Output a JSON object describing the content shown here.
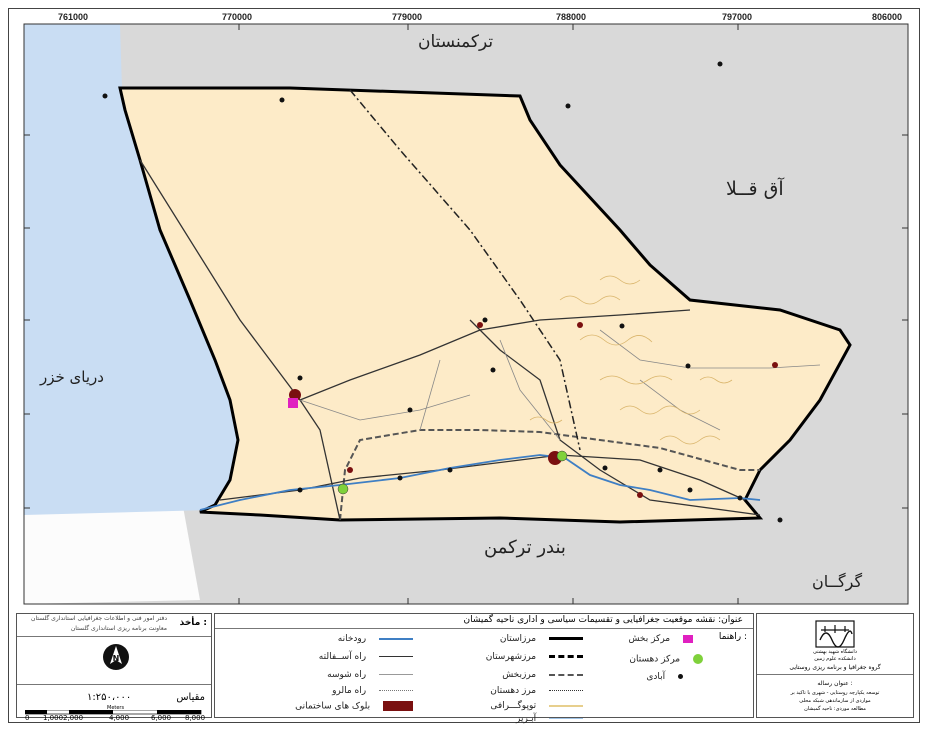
{
  "map": {
    "title": "عنوان: نقشه موقعیت جغرافیایی و تقسیمات سیاسی و اداری ناحیه گمیشان",
    "x_coords": [
      "761000",
      "770000",
      "779000",
      "788000",
      "797000",
      "806000"
    ],
    "regions": {
      "turkmenistan": "ترکمنستان",
      "aq_qala": "آق قــلا",
      "caspian": "دریای خزر",
      "bandar_turkmen": "بندر ترکمن",
      "gorgan": "گرگــان"
    },
    "colors": {
      "sea": "#c9ddf3",
      "study_area": "#fdebc8",
      "surroundings": "#d9d9d9",
      "province_border": "#000000",
      "river": "#3f7fc4",
      "city_marker": "#e020c0",
      "dehestan_center": "#7fd13b",
      "topography": "#d9b46a",
      "built_blocks": "#7a1010"
    }
  },
  "legend": {
    "rahnama": "راهنما :",
    "items": {
      "bakhsh_center": "مرکز بخش",
      "dehestan_center": "مرکز دهستان",
      "abadi": "آبادی",
      "ostan_border": "مرزاستان",
      "shahrestan_border": "مرزشهرستان",
      "bakhsh_border": "مرزبخش",
      "dehestan_border": "مرز دهستان",
      "topography": "توپوگـــرافی",
      "abriz": "آبـریز",
      "river": "رودخانه",
      "asphalt_road": "راه آســفالته",
      "gravel_road": "راه شوسه",
      "dirt_road": "راه مالرو",
      "built_blocks": "بلوک های ساختمانی"
    }
  },
  "source": {
    "label": "مأخذ :",
    "line1": "دفتر امور فنی و اطلاعات جغرافیایی استانداری گلستان",
    "line2": "معاونت برنامه ریزی استانداری گلستان"
  },
  "scale": {
    "label": "مقیاس",
    "ratio": "۱:۲۵۰،۰۰۰",
    "unit": "Meters",
    "ticks": [
      "0",
      "1,000",
      "2,000",
      "4,000",
      "6,000",
      "8,000"
    ]
  },
  "university": {
    "name": "دانشگاه شهید بهشتی",
    "faculty": "دانشکده علوم زمین",
    "department": "گروه جغرافیا و برنامه ریزی روستایی",
    "thesis_label": "عنوان رساله :",
    "thesis_line1": "توسعه یکپارچه روستایی - شهری با تاکید بر",
    "thesis_line2": "مواردی از سازماندهی شبکه محلی",
    "thesis_line3": "مطالعه موردی: ناحیه گمیشان"
  }
}
